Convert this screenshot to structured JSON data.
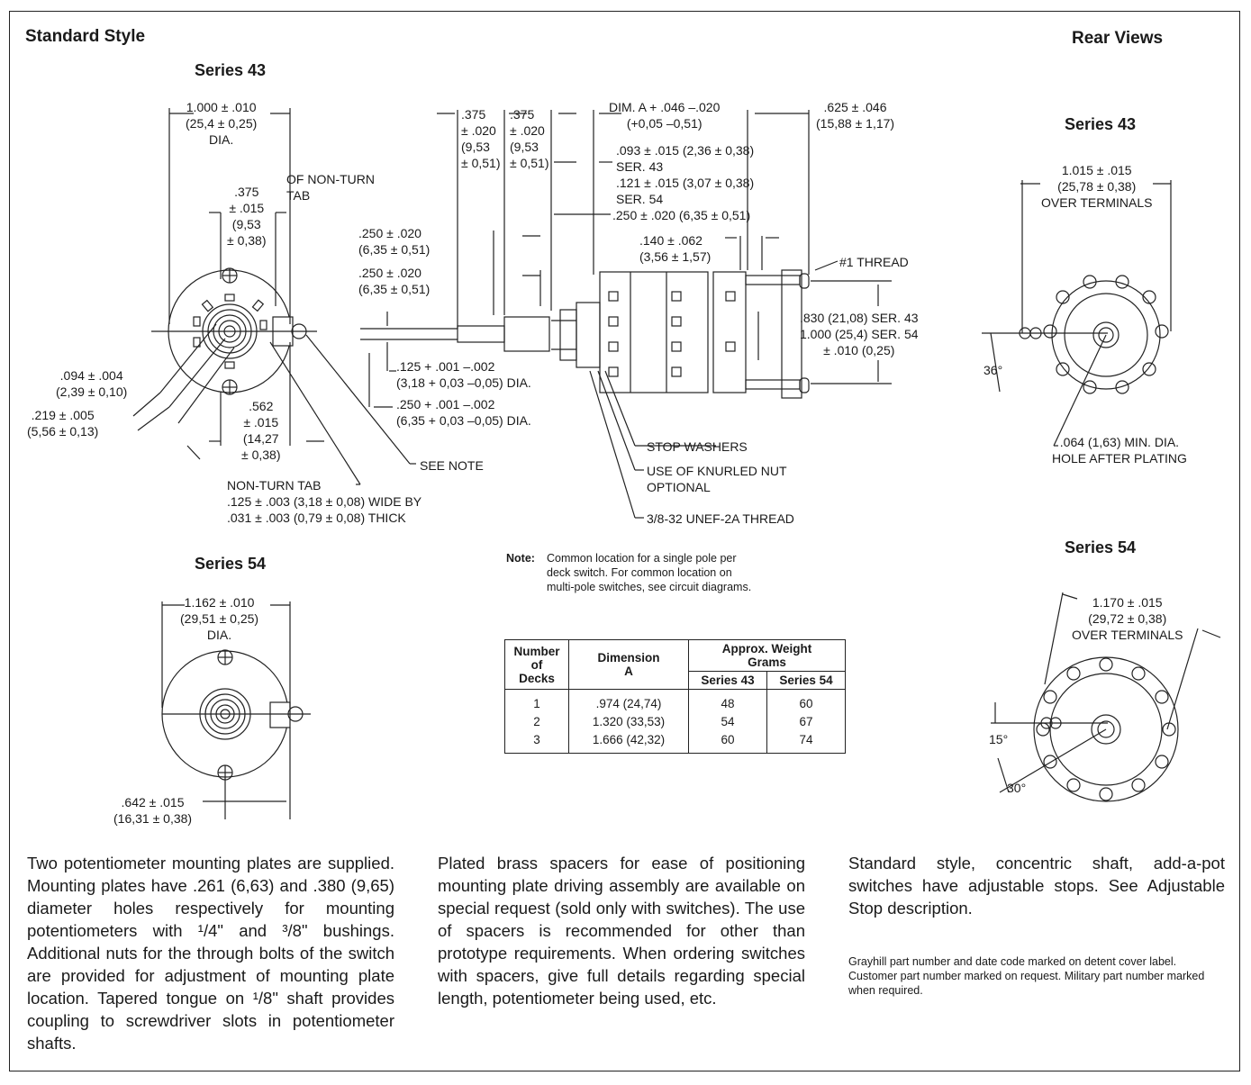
{
  "headings": {
    "standard_style": "Standard Style",
    "rear_views": "Rear Views",
    "series43_front": "Series 43",
    "series54_front": "Series 54",
    "series43_rear": "Series 43",
    "series54_rear": "Series 54"
  },
  "dims": {
    "s43_dia": "1.000 ± .010\n(25,4 ± 0,25)\nDIA.",
    "s43_tab": ".375\n± .015\n(9,53\n± 0,38)",
    "s43_cl": "OF NON-TURN\nTAB",
    "s43_094": ".094 ± .004\n(2,39 ± 0,10)",
    "s43_219": ".219 ± .005\n(5,56 ± 0,13)",
    "s43_562": ".562\n± .015\n(14,27\n± 0,38)",
    "see_note": "SEE NOTE",
    "non_turn_tab": "NON-TURN TAB\n.125 ± .003 (3,18 ± 0,08) WIDE BY\n.031 ± .003 (0,79 ± 0,08) THICK",
    "side_375a": ".375\n± .020\n(9,53\n± 0,51)",
    "side_375b": ".375\n± .020\n(9,53\n± 0,51)",
    "side_dima": "DIM. A + .046 –.020\n(+0,05 –0,51)",
    "side_625": ".625 ± .046\n(15,88 ± 1,17)",
    "side_093": ".093 ± .015 (2,36 ± 0,38)\nSER. 43\n.121 ± .015 (3,07 ± 0,38)\nSER. 54",
    "side_250c": ".250 ± .020 (6,35 ± 0,51)",
    "side_250a": ".250 ± .020\n(6,35 ± 0,51)",
    "side_250b": ".250 ± .020\n(6,35 ± 0,51)",
    "side_140": ".140 ± .062\n(3,56 ± 1,57)",
    "thread1": "#1 THREAD",
    "side_830": ".830 (21,08) SER. 43\n1.000 (25,4) SER. 54\n± .010 (0,25)",
    "shaft_125": ".125 + .001 –.002\n(3,18 + 0,03 –0,05) DIA.",
    "shaft_250": ".250 + .001 –.002\n(6,35 + 0,03 –0,05) DIA.",
    "stop_washers": "STOP WASHERS",
    "knurled": "USE OF KNURLED NUT\nOPTIONAL",
    "thread38": "3/8-32 UNEF-2A THREAD",
    "s54_dia": "1.162 ± .010\n(29,51 ± 0,25)\nDIA.",
    "s54_642": ".642 ± .015\n(16,31 ± 0,38)",
    "r43_over": "1.015 ± .015\n(25,78 ± 0,38)\nOVER TERMINALS",
    "r43_36": "36°",
    "r43_hole": ".064 (1,63) MIN. DIA.\nHOLE AFTER PLATING",
    "r54_over": "1.170 ± .015\n(29,72 ± 0,38)\nOVER TERMINALS",
    "r54_15": "15°",
    "r54_30": "30°"
  },
  "note": {
    "label": "Note:",
    "text": "Common location for a single pole per\ndeck switch. For common location on\nmulti-pole switches, see circuit diagrams."
  },
  "table": {
    "h_decks": "Number\nof\nDecks",
    "h_dim": "Dimension\nA",
    "h_weight": "Approx. Weight\nGrams",
    "h_s43": "Series 43",
    "h_s54": "Series 54",
    "rows": [
      {
        "decks": "1",
        "dim": ".974 (24,74)",
        "s43": "48",
        "s54": "60"
      },
      {
        "decks": "2",
        "dim": "1.320 (33,53)",
        "s43": "54",
        "s54": "67"
      },
      {
        "decks": "3",
        "dim": "1.666 (42,32)",
        "s43": "60",
        "s54": "74"
      }
    ]
  },
  "paragraphs": {
    "p1": "Two potentiometer mounting plates are supplied. Mounting plates have .261 (6,63) and .380 (9,65) diameter holes respectively for mounting potentiometers with ¹/4\" and ³/8\" bushings. Additional nuts for the through bolts of the switch are provided for adjustment of mounting plate location. Tapered tongue on ¹/8\" shaft provides coupling to screwdriver slots in potentiometer shafts.",
    "p2": "Plated brass spacers for ease of positioning mounting plate driving assembly are available on special request (sold only with switches). The use of spacers is recommended for other than prototype requirements. When ordering switches with spacers, give full details regarding special length, potentiometer being used, etc.",
    "p3": "Standard style, concentric shaft, add-a-pot switches have adjustable stops. See Adjustable Stop description.",
    "p4": "Grayhill part number and date code marked on detent cover label. Customer part number marked on request. Military part number marked when required."
  }
}
